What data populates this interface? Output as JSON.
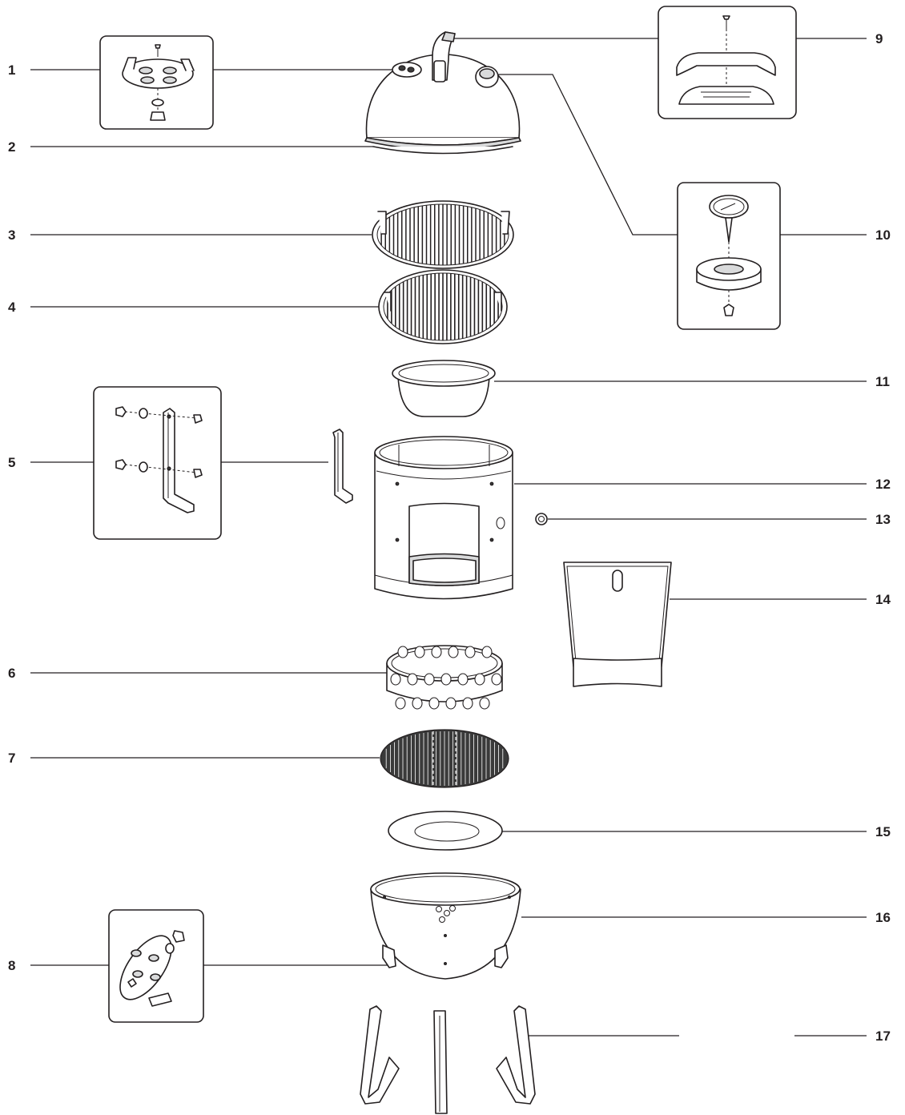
{
  "callouts": [
    {
      "label": "1"
    },
    {
      "label": "2"
    },
    {
      "label": "3"
    },
    {
      "label": "4"
    },
    {
      "label": "5"
    },
    {
      "label": "6"
    },
    {
      "label": "7"
    },
    {
      "label": "8"
    },
    {
      "label": "9"
    },
    {
      "label": "10"
    },
    {
      "label": "11"
    },
    {
      "label": "12"
    },
    {
      "label": "13"
    },
    {
      "label": "14"
    },
    {
      "label": "15"
    },
    {
      "label": "16"
    },
    {
      "label": "17"
    }
  ],
  "colors": {
    "ink": "#231f20",
    "fill_light": "#d9dadb"
  }
}
